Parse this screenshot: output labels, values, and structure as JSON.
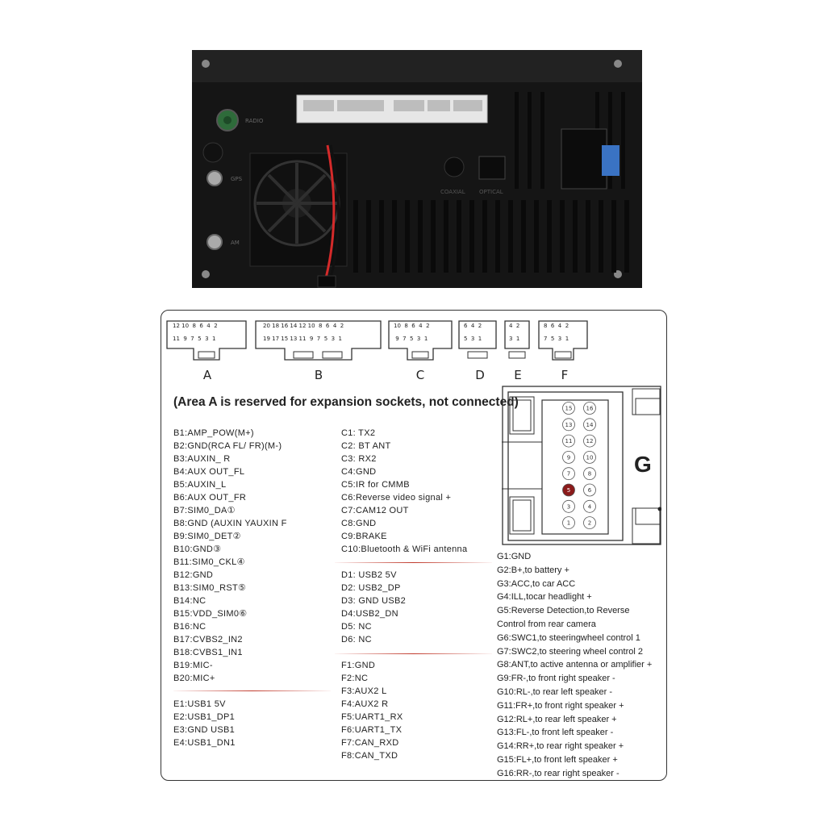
{
  "unit_labels": {
    "radio": "RADIO",
    "gps": "GPS",
    "am": "AM",
    "coaxial": "COAXIAL",
    "optical": "OPTICAL"
  },
  "connectors": {
    "A": {
      "label": "A",
      "top": "12 10  8  6  4  2",
      "bottom": "11  9  7  5  3  1"
    },
    "B": {
      "label": "B",
      "top": "20 18 16 14 12 10  8  6  4  2",
      "bottom": "19 17 15 13 11  9  7  5  3  1"
    },
    "C": {
      "label": "C",
      "top": "10  8  6  4  2",
      "bottom": " 9  7  5  3  1"
    },
    "D": {
      "label": "D",
      "top": "6  4  2",
      "bottom": "5  3  1"
    },
    "E": {
      "label": "E",
      "top": "4  2",
      "bottom": "3  1"
    },
    "F": {
      "label": "F",
      "top": "8  6  4  2",
      "bottom": "7  5  3  1"
    }
  },
  "area_note": "(Area A is reserved for expansion sockets, not connected)",
  "b_pins": [
    "B1:AMP_POW(M+)",
    "B2:GND(RCA FL/ FR)(M-)",
    "B3:AUXIN_ R",
    "B4:AUX OUT_FL",
    "B5:AUXIN_L",
    "B6:AUX OUT_FR",
    "B7:SIM0_DA①",
    "B8:GND (AUXIN YAUXIN F",
    "B9:SIM0_DET②",
    "B10:GND③",
    "B11:SIM0_CKL④",
    "B12:GND",
    "B13:SIM0_RST⑤",
    "B14:NC",
    "B15:VDD_SIM0⑥",
    "B16:NC",
    "B17:CVBS2_IN2",
    "B18:CVBS1_IN1",
    "B19:MIC-",
    "B20:MIC+"
  ],
  "e_pins": [
    "E1:USB1 5V",
    "E2:USB1_DP1",
    "E3:GND USB1",
    "E4:USB1_DN1"
  ],
  "c_pins": [
    "C1: TX2",
    "C2: BT ANT",
    "C3: RX2",
    "C4:GND",
    "C5:IR for CMMB",
    "C6:Reverse video signal +",
    "C7:CAM12 OUT",
    "C8:GND",
    "C9:BRAKE",
    "C10:Bluetooth & WiFi antenna"
  ],
  "d_pins": [
    "D1: USB2 5V",
    "D2: USB2_DP",
    "D3: GND USB2",
    "D4:USB2_DN",
    "D5: NC",
    "D6: NC"
  ],
  "f_pins": [
    "F1:GND",
    "F2:NC",
    "F3:AUX2 L",
    "F4:AUX2 R",
    "F5:UART1_RX",
    "F6:UART1_TX",
    "F7:CAN_RXD",
    "F8:CAN_TXD"
  ],
  "g_label": "G",
  "g_pin_numbers": [
    "15",
    "16",
    "13",
    "14",
    "11",
    "12",
    "9",
    "10",
    "7",
    "8",
    "5",
    "6",
    "3",
    "4",
    "1",
    "2"
  ],
  "g_pins": [
    "G1:GND",
    "G2:B+,to battery +",
    "G3:ACC,to car ACC",
    "G4:ILL,tocar headlight +",
    "G5:Reverse Detection,to Reverse",
    "Control from rear camera",
    "G6:SWC1,to steeringwheel control 1",
    "G7:SWC2,to steering wheel control 2",
    "G8:ANT,to active antenna or amplifier +",
    "G9:FR-,to front right speaker -",
    "G10:RL-,to rear left speaker -",
    "G11:FR+,to front right speaker +",
    "G12:RL+,to rear left speaker +",
    "G13:FL-,to front left speaker -",
    "G14:RR+,to rear right speaker +",
    "G15:FL+,to front left speaker +",
    "G16:RR-,to rear right speaker -"
  ],
  "colors": {
    "unit_body": "#1c1c1c",
    "accent_red": "#c0392b",
    "highlight_pin": "#8b1a1a"
  }
}
